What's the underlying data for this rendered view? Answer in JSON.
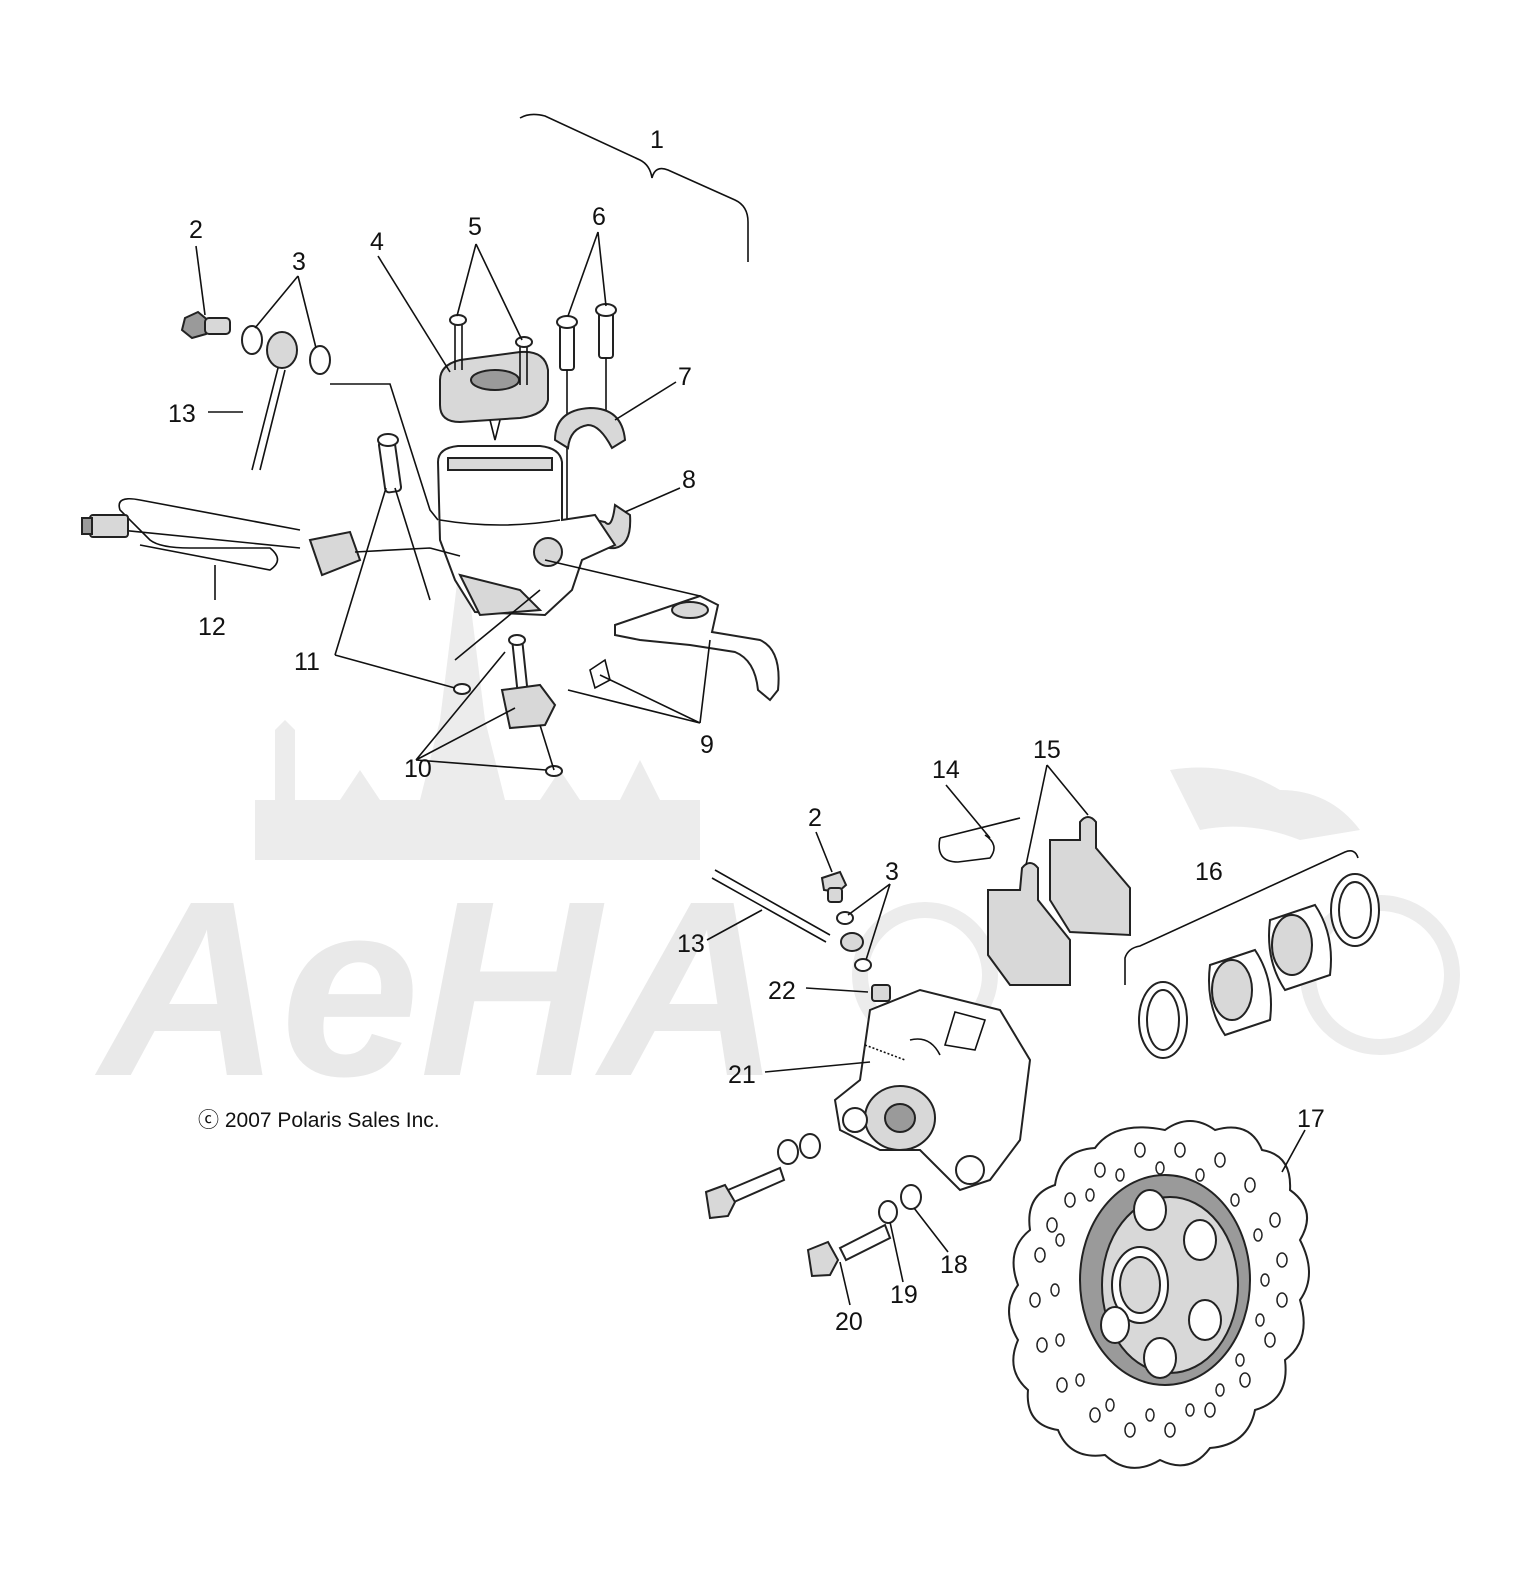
{
  "copyright": "ⓒ 2007 Polaris Sales Inc.",
  "watermark": "AeHA",
  "callouts": [
    {
      "id": "1",
      "text": "1"
    },
    {
      "id": "2a",
      "text": "2"
    },
    {
      "id": "3a",
      "text": "3"
    },
    {
      "id": "4",
      "text": "4"
    },
    {
      "id": "5",
      "text": "5"
    },
    {
      "id": "6",
      "text": "6"
    },
    {
      "id": "7",
      "text": "7"
    },
    {
      "id": "8",
      "text": "8"
    },
    {
      "id": "13a",
      "text": "13"
    },
    {
      "id": "12",
      "text": "12"
    },
    {
      "id": "11",
      "text": "11"
    },
    {
      "id": "10",
      "text": "10"
    },
    {
      "id": "9",
      "text": "9"
    },
    {
      "id": "14",
      "text": "14"
    },
    {
      "id": "15",
      "text": "15"
    },
    {
      "id": "2b",
      "text": "2"
    },
    {
      "id": "3b",
      "text": "3"
    },
    {
      "id": "16",
      "text": "16"
    },
    {
      "id": "13b",
      "text": "13"
    },
    {
      "id": "22",
      "text": "22"
    },
    {
      "id": "21",
      "text": "21"
    },
    {
      "id": "17",
      "text": "17"
    },
    {
      "id": "18",
      "text": "18"
    },
    {
      "id": "19",
      "text": "19"
    },
    {
      "id": "20",
      "text": "20"
    }
  ]
}
